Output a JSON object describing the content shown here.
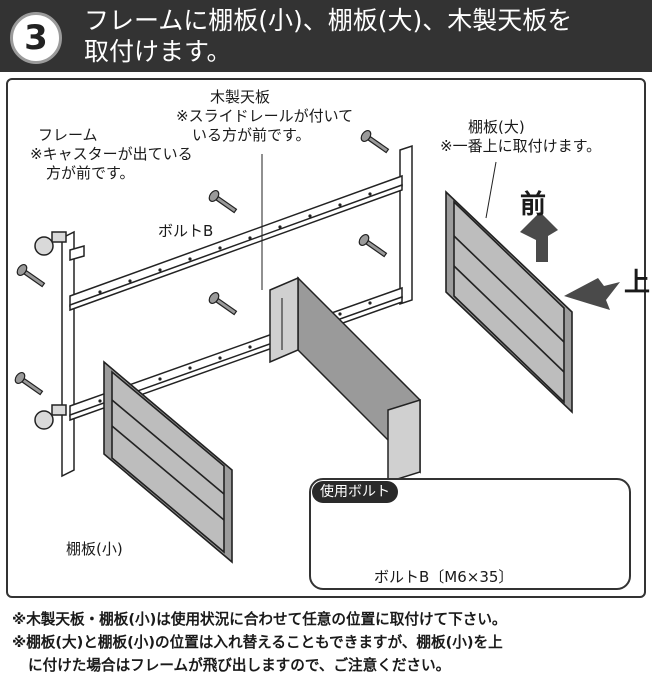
{
  "header": {
    "step_number": "3",
    "title_line1": "フレームに棚板(小)、棚板(大)、木製天板を",
    "title_line2": "取付けます。",
    "background": "#333333"
  },
  "labels": {
    "frame": [
      "フレーム",
      "※キャスターが出ている",
      "方が前です。"
    ],
    "wood_top": [
      "木製天板",
      "※スライドレールが付いて",
      "いる方が前です。"
    ],
    "shelf_large": [
      "棚板(大)",
      "※一番上に取付けます。"
    ],
    "bolt_b": "ボルトB",
    "shelf_small": "棚板(小)",
    "front": "前",
    "top": "上"
  },
  "bolt_info": {
    "badge": "使用ボルト",
    "caption": "ボルトB〔M6×35〕"
  },
  "notes": [
    "※木製天板・棚板(小)は使用状況に合わせて任意の位置に取付けて下さい。",
    "※棚板(大)と棚板(小)の位置は入れ替えることもできますが、棚板(小)を上",
    "に付けた場合はフレームが飛び出しますので、ご注意ください。"
  ],
  "colors": {
    "panel_fill": "#bdbdbd",
    "panel_dark": "#8c8c8c",
    "arrow": "#4a4a4a"
  }
}
